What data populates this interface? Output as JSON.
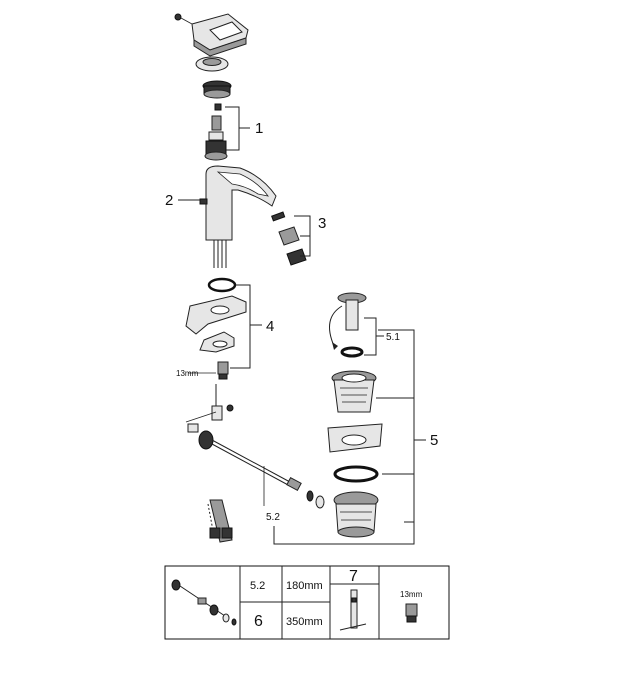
{
  "callouts": {
    "c1": "1",
    "c2": "2",
    "c3": "3",
    "c4": "4",
    "c5": "5",
    "c51": "5.1",
    "c52": "5.2",
    "wrench_left": "13mm"
  },
  "spare_table": {
    "row1_ref": "5.2",
    "row1_len": "180mm",
    "row2_ref": "6",
    "row2_len": "350mm",
    "tool_ref": "7",
    "wrench_label": "13mm"
  }
}
